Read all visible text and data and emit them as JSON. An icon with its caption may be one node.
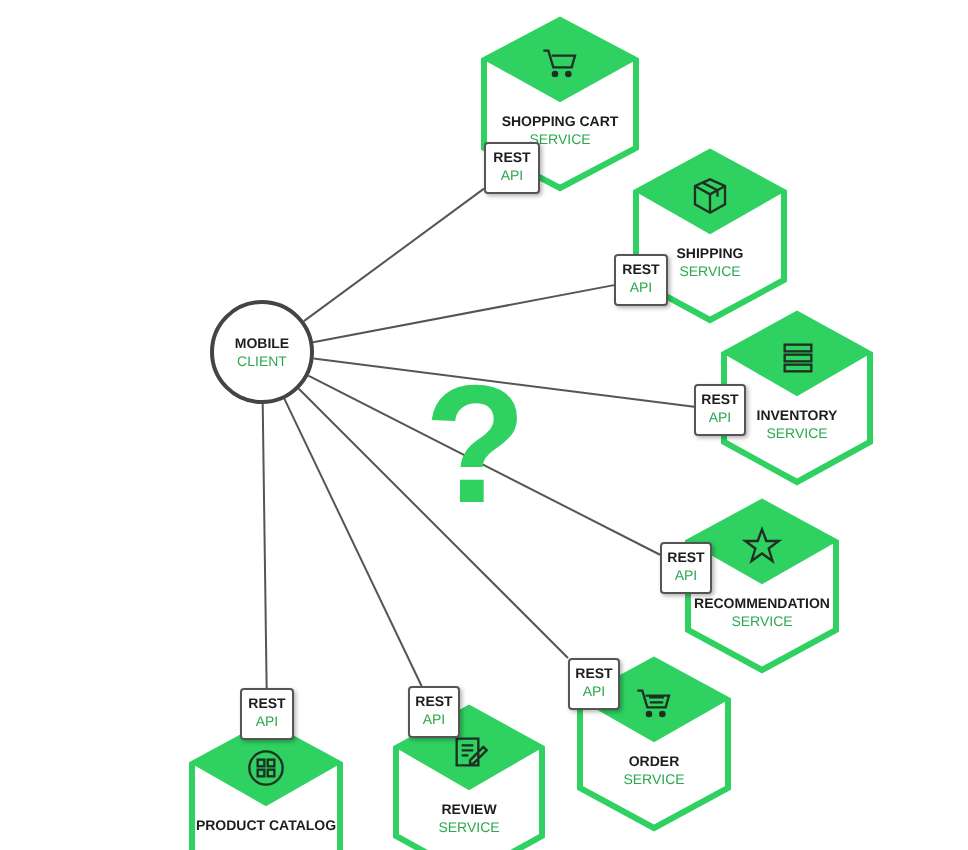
{
  "diagram": {
    "nodes": [
      {
        "text": [
          "MOBILE",
          "CLIENT"
        ]
      },
      {
        "text": [
          "SHOPPING CART",
          "SERVICE"
        ]
      },
      {
        "text": [
          "REST",
          "API"
        ]
      },
      {
        "text": [
          "SHIPPING",
          "SERVICE"
        ]
      },
      {
        "text": [
          "REST",
          "API"
        ]
      },
      {
        "text": [
          "INVENTORY",
          "SERVICE"
        ]
      },
      {
        "text": [
          "REST",
          "API"
        ]
      },
      {
        "text": [
          "RECOMMENDATION",
          "SERVICE"
        ]
      },
      {
        "text": [
          "REST",
          "API"
        ]
      },
      {
        "text": [
          "ORDER",
          "SERVICE"
        ]
      },
      {
        "text": [
          "REST",
          "API"
        ]
      },
      {
        "text": [
          "PRODUCT CATALOG"
        ]
      },
      {
        "text": [
          "REST",
          "API"
        ]
      },
      {
        "text": [
          "REVIEW",
          "SERVICE"
        ]
      },
      {
        "text": [
          "REST",
          "API"
        ]
      }
    ],
    "edges": [
      {
        "from": 0,
        "to": 2,
        "arrow": "none"
      },
      {
        "from": 0,
        "to": 4,
        "arrow": "none"
      },
      {
        "from": 0,
        "to": 6,
        "arrow": "none"
      },
      {
        "from": 0,
        "to": 8,
        "arrow": "none"
      },
      {
        "from": 0,
        "to": 10,
        "arrow": "none"
      },
      {
        "from": 0,
        "to": 12,
        "arrow": "none"
      },
      {
        "from": 0,
        "to": 14,
        "arrow": "none"
      }
    ],
    "labels": [
      "?"
    ]
  }
}
